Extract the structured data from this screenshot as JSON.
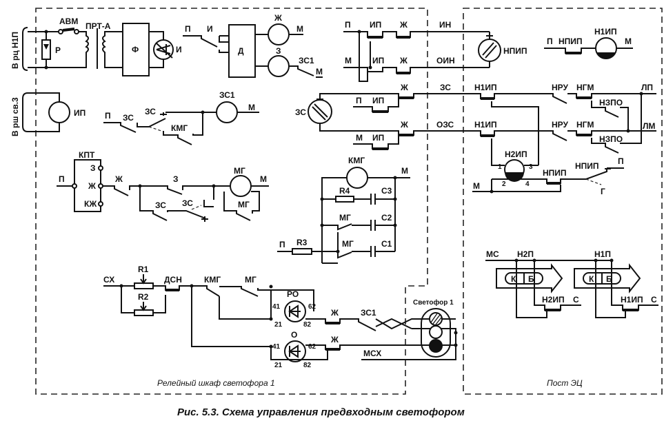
{
  "caption": "Рис. 5.3. Схема управления предвходным светофором",
  "zones": {
    "cabinet": "Релейный шкаф светофора 1",
    "post": "Пост ЭЦ",
    "signal_title": "Светофор 1"
  },
  "side_labels": {
    "track_circuit": "В рц Н1П",
    "cable_3": "В рш св.3"
  },
  "power_input": {
    "breaker": "АВМ",
    "transformer": "ПРТ-А",
    "arrester": "Р",
    "filter": "Ф",
    "relay": "И"
  },
  "decoder": {
    "supply": "П",
    "contact": "И",
    "block": "Д",
    "relay_yellow": "Ж",
    "relay_green": "З",
    "minus": "М",
    "contact_zs1": "ЗС1"
  },
  "repeater": {
    "plus": "П",
    "minus": "М",
    "contact_ip_1": "ИП",
    "contact_ip_2": "ИП",
    "contact_zh_1": "Ж",
    "contact_zh_2": "Ж",
    "wire_in": "ИН",
    "wire_oin": "ОИН",
    "relay": "НПИП"
  },
  "post_repeater": {
    "plus": "П",
    "contact": "НПИП",
    "relay": "Н1ИП",
    "minus": "М"
  },
  "cable3_relay": "ИП",
  "zs1_circuit": {
    "plus": "П",
    "contact_zs": "ЗС",
    "contact_zs_2": "ЗС",
    "contact_kmg": "КМГ",
    "relay": "ЗС1",
    "minus": "М"
  },
  "zs_circuit": {
    "relay": "ЗС",
    "plus": "П",
    "minus": "М",
    "contact_ip_1": "ИП",
    "contact_ip_2": "ИП",
    "contact_zh_1": "Ж",
    "contact_zh_2": "Ж",
    "wire_zs": "ЗС",
    "wire_ozs": "ОЗС"
  },
  "post_zs": {
    "n1ip_1": "Н1ИП",
    "n1ip_2": "Н1ИП",
    "nru_1": "НРУ",
    "nru_2": "НРУ",
    "ngm_1": "НГМ",
    "ngm_2": "НГМ",
    "nzpo_1": "НЗПО",
    "nzpo_2": "НЗПО",
    "lp": "ЛП",
    "lm": "ЛМ",
    "n2ip": "Н2ИП",
    "pins": [
      "1",
      "3",
      "2",
      "4"
    ],
    "npip_1": "НПИП",
    "npip_2": "НПИП",
    "minus": "М",
    "plus": "П",
    "g": "Г"
  },
  "mg_circuit": {
    "kpt": "КПТ",
    "plus": "П",
    "pos_z": "З",
    "pos_zh": "Ж",
    "pos_kzh": "КЖ",
    "contact_zh": "Ж",
    "contact_z": "З",
    "contact_zs_1": "ЗС",
    "contact_zs_2": "ЗС",
    "relay": "МГ",
    "contact_mg": "МГ",
    "minus": "М"
  },
  "kmg_circuit": {
    "relay": "КМГ",
    "minus": "М",
    "r4": "R4",
    "c3": "С3",
    "mg_1": "МГ",
    "c2": "С2",
    "mg_2": "МГ",
    "c1": "С1",
    "plus": "П",
    "r3": "R3"
  },
  "lamp_circuit": {
    "sx": "СХ",
    "r1": "R1",
    "r2": "R2",
    "dsn": "ДСН",
    "kmg": "КМГ",
    "mg": "МГ",
    "ro": "РО",
    "o": "О",
    "pins": [
      "41",
      "62",
      "21",
      "82"
    ],
    "zh_1": "Ж",
    "zh_2": "Ж",
    "zs1": "ЗС1",
    "msx": "МСХ"
  },
  "cable_routing": {
    "mc": "МС",
    "n2p": "Н2П",
    "n1p": "Н1П",
    "k": "К",
    "b": "Б",
    "n2ip": "Н2ИП",
    "n1ip": "Н1ИП",
    "c": "С"
  }
}
